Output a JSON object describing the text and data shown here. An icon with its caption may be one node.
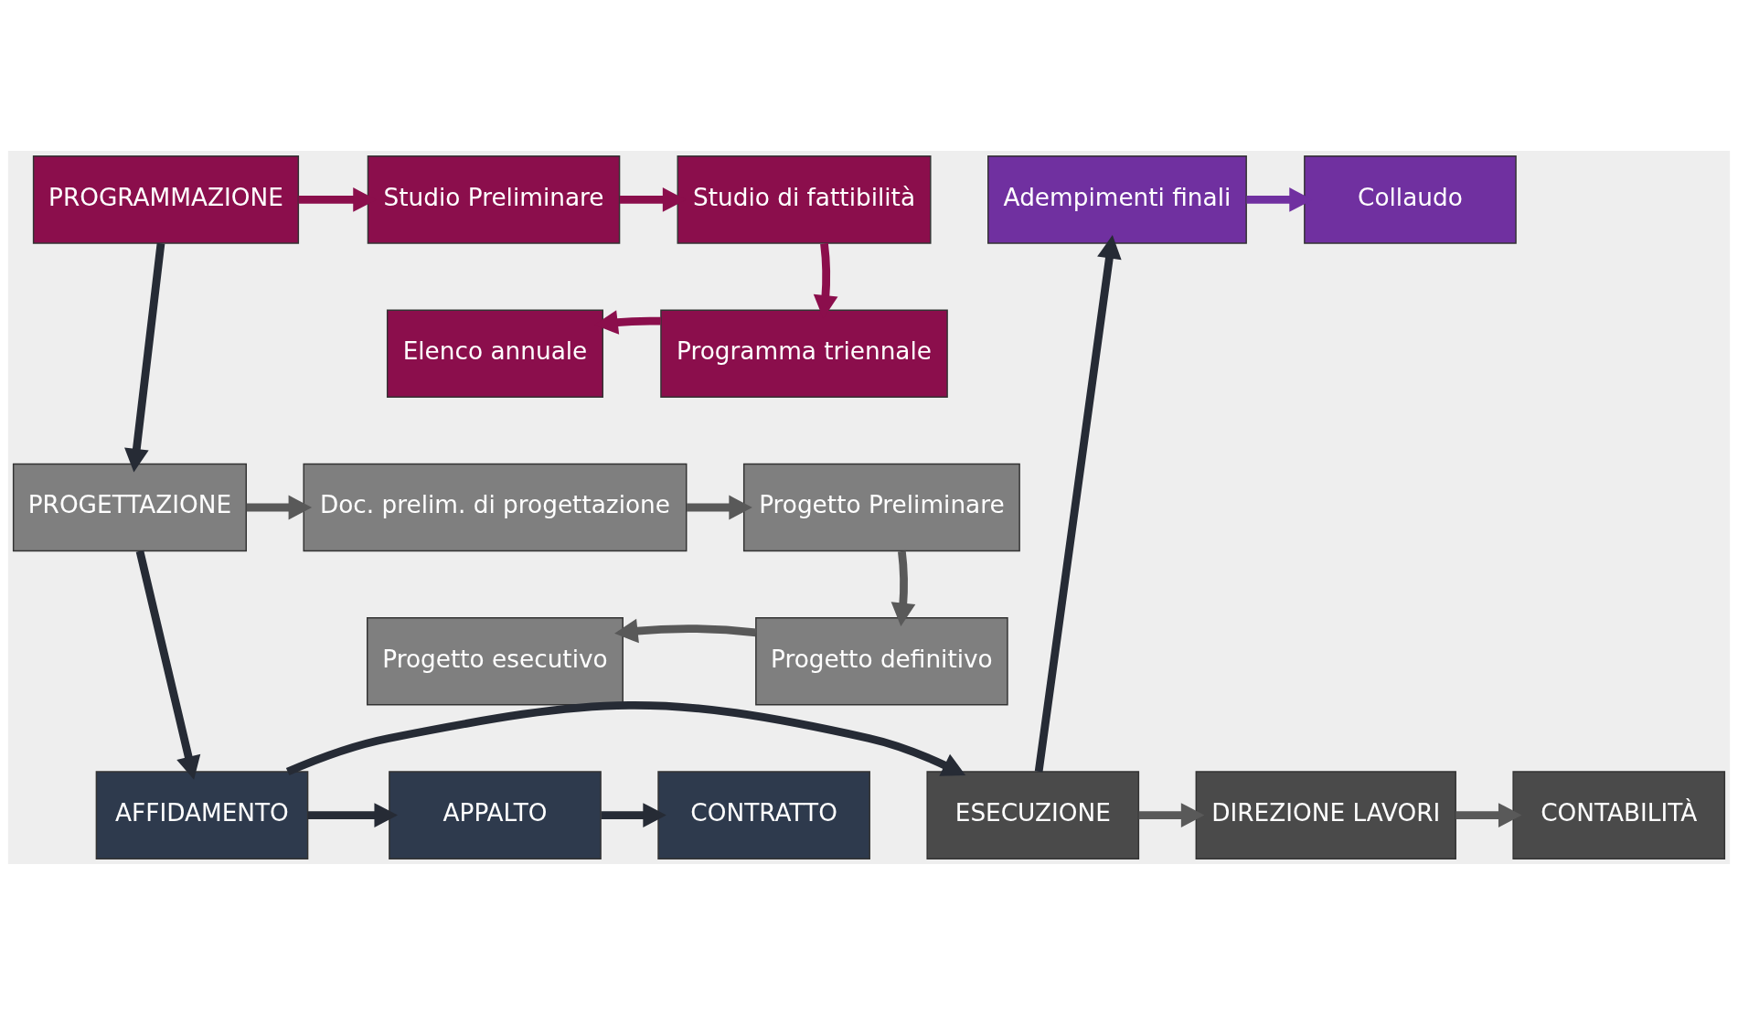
{
  "diagram": {
    "nodes": [
      {
        "text": [
          "PROGRAMMAZIONE"
        ]
      },
      {
        "text": [
          "Studio Preliminare"
        ]
      },
      {
        "text": [
          "Studio di fattibilità"
        ]
      },
      {
        "text": [
          "Adempimenti finali"
        ]
      },
      {
        "text": [
          "Collaudo"
        ]
      },
      {
        "text": [
          "Elenco annuale"
        ]
      },
      {
        "text": [
          "Programma triennale"
        ]
      },
      {
        "text": [
          "PROGETTAZIONE"
        ]
      },
      {
        "text": [
          "Doc. prelim. di progettazione"
        ]
      },
      {
        "text": [
          "Progetto Preliminare"
        ]
      },
      {
        "text": [
          "Progetto esecutivo"
        ]
      },
      {
        "text": [
          "Progetto definitivo"
        ]
      },
      {
        "text": [
          "AFFIDAMENTO"
        ]
      },
      {
        "text": [
          "APPALTO"
        ]
      },
      {
        "text": [
          "CONTRATTO"
        ]
      },
      {
        "text": [
          "ESECUZIONE"
        ]
      },
      {
        "text": [
          "DIREZIONE LAVORI"
        ]
      },
      {
        "text": [
          "CONTABILITÀ"
        ]
      }
    ],
    "edges": [
      {
        "from": 0,
        "to": 1,
        "arrow": "to",
        "color": "#8b0e4c"
      },
      {
        "from": 1,
        "to": 2,
        "arrow": "to",
        "color": "#8b0e4c"
      },
      {
        "from": 2,
        "to": 6,
        "arrow": "to",
        "color": "#8b0e4c"
      },
      {
        "from": 6,
        "to": 5,
        "arrow": "to",
        "color": "#8b0e4c"
      },
      {
        "from": 3,
        "to": 4,
        "arrow": "to",
        "color": "#7030a0"
      },
      {
        "from": 0,
        "to": 7,
        "arrow": "to"
      },
      {
        "from": 7,
        "to": 8,
        "arrow": "to",
        "color": "#595959"
      },
      {
        "from": 8,
        "to": 9,
        "arrow": "to",
        "color": "#595959"
      },
      {
        "from": 9,
        "to": 11,
        "arrow": "to",
        "color": "#595959"
      },
      {
        "from": 11,
        "to": 10,
        "arrow": "to",
        "color": "#595959"
      },
      {
        "from": 7,
        "to": 12,
        "arrow": "to"
      },
      {
        "from": 12,
        "to": 13,
        "arrow": "to"
      },
      {
        "from": 13,
        "to": 14,
        "arrow": "to"
      },
      {
        "from": 12,
        "to": 15,
        "arrow": "to"
      },
      {
        "from": 15,
        "to": 3,
        "arrow": "to"
      },
      {
        "from": 15,
        "to": 16,
        "arrow": "to",
        "color": "#595959"
      },
      {
        "from": 16,
        "to": 17,
        "arrow": "to",
        "color": "#595959"
      }
    ]
  }
}
